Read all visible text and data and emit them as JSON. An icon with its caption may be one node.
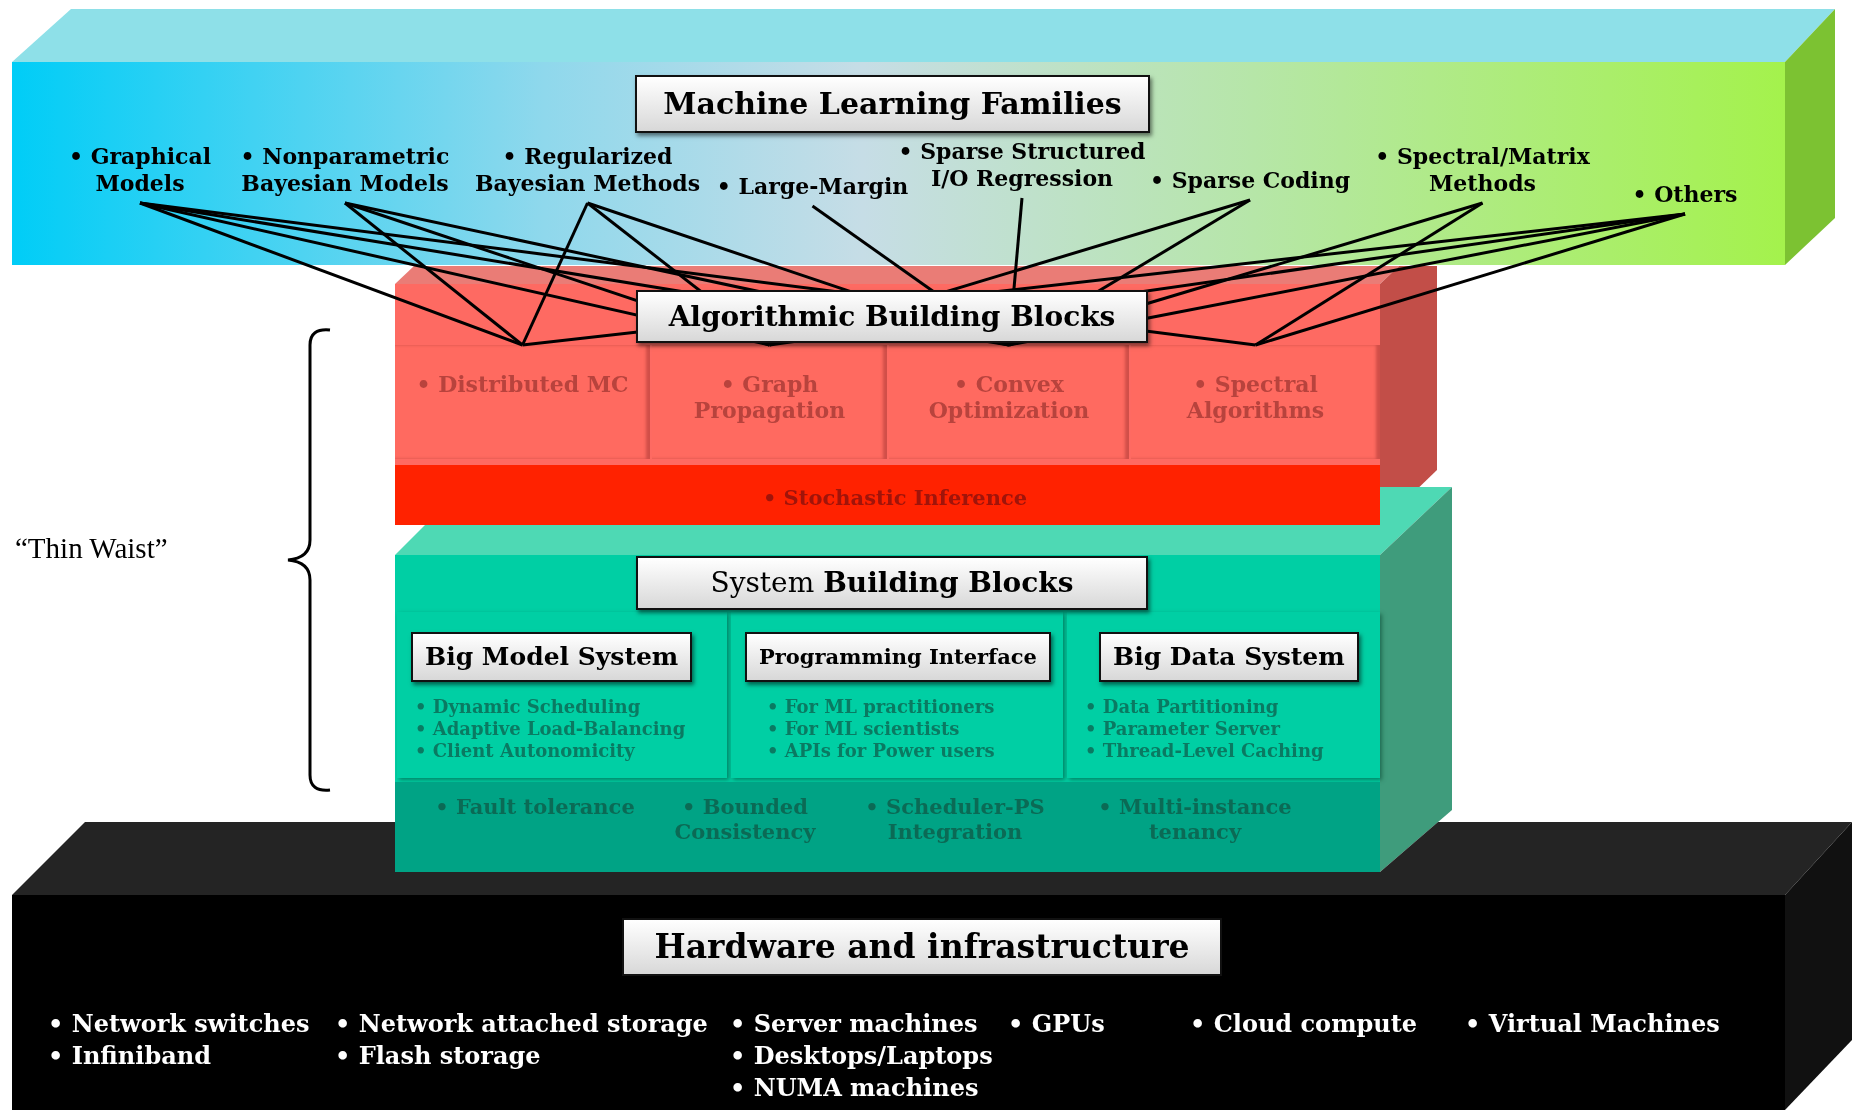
{
  "diagram": {
    "nodes": [
      {
        "text": [
          "Machine Learning Families"
        ]
      },
      {
        "text": [
          "• Graphical Models"
        ],
        "in": 0
      },
      {
        "text": [
          "• Nonparametric Bayesian Models"
        ],
        "in": 0
      },
      {
        "text": [
          "• Regularized Bayesian Methods"
        ],
        "in": 0
      },
      {
        "text": [
          "• Large-Margin"
        ],
        "in": 0
      },
      {
        "text": [
          "• Sparse Structured I/O Regression"
        ],
        "in": 0
      },
      {
        "text": [
          "• Sparse Coding"
        ],
        "in": 0
      },
      {
        "text": [
          "• Spectral/Matrix Methods"
        ],
        "in": 0
      },
      {
        "text": [
          "• Others"
        ],
        "in": 0
      },
      {
        "text": [
          "Algorithmic Building Blocks"
        ]
      },
      {
        "text": [
          "• Distributed MC"
        ],
        "in": 9
      },
      {
        "text": [
          "• Graph Propagation"
        ],
        "in": 9
      },
      {
        "text": [
          "• Convex Optimization"
        ],
        "in": 9
      },
      {
        "text": [
          "• Spectral Algorithms"
        ],
        "in": 9
      },
      {
        "text": [
          "• Stochastic Inference"
        ],
        "in": 9
      },
      {
        "text": [
          "System **Building Blocks**"
        ]
      },
      {
        "text": [
          "Big Model System",
          "• Dynamic Scheduling",
          "• Adaptive Load-Balancing",
          "• Client Autonomicity"
        ],
        "in": 15
      },
      {
        "text": [
          "Programming Interface",
          "• For ML practitioners",
          "• For ML scientists",
          "• APIs for Power users"
        ],
        "in": 15
      },
      {
        "text": [
          "Big Data System",
          "• Data Partitioning",
          "• Parameter Server",
          "• Thread-Level Caching"
        ],
        "in": 15
      },
      {
        "text": [
          "• Fault tolerance",
          "• Bounded Consistency",
          "• Scheduler-PS Integration",
          "• Multi-instance tenancy"
        ],
        "in": 15
      },
      {
        "text": [
          "Hardware and infrastructure",
          "• Network switches",
          "• Infiniband",
          "• Network attached storage",
          "• Flash storage",
          "• Server machines",
          "• Desktops/Laptops",
          "• NUMA machines",
          "• GPUs",
          "• Cloud compute",
          "• Virtual Machines"
        ]
      }
    ],
    "edges": [
      {
        "from": 1,
        "to": 10,
        "arrow": "none"
      },
      {
        "from": 1,
        "to": 11,
        "arrow": "none"
      },
      {
        "from": 1,
        "to": 12,
        "arrow": "none"
      },
      {
        "from": 1,
        "to": 13,
        "arrow": "none"
      },
      {
        "from": 2,
        "to": 10,
        "arrow": "none"
      },
      {
        "from": 2,
        "to": 11,
        "arrow": "none"
      },
      {
        "from": 2,
        "to": 12,
        "arrow": "none"
      },
      {
        "from": 3,
        "to": 10,
        "arrow": "none"
      },
      {
        "from": 3,
        "to": 11,
        "arrow": "none"
      },
      {
        "from": 3,
        "to": 12,
        "arrow": "none"
      },
      {
        "from": 4,
        "to": 12,
        "arrow": "none"
      },
      {
        "from": 5,
        "to": 12,
        "arrow": "none"
      },
      {
        "from": 6,
        "to": 11,
        "arrow": "none"
      },
      {
        "from": 6,
        "to": 12,
        "arrow": "none"
      },
      {
        "from": 7,
        "to": 12,
        "arrow": "none"
      },
      {
        "from": 7,
        "to": 13,
        "arrow": "none"
      },
      {
        "from": 8,
        "to": 10,
        "arrow": "none"
      },
      {
        "from": 8,
        "to": 11,
        "arrow": "none"
      },
      {
        "from": 8,
        "to": 12,
        "arrow": "none"
      },
      {
        "from": 8,
        "to": 13,
        "arrow": "none"
      }
    ],
    "labels": [
      "“Thin Waist”"
    ]
  }
}
